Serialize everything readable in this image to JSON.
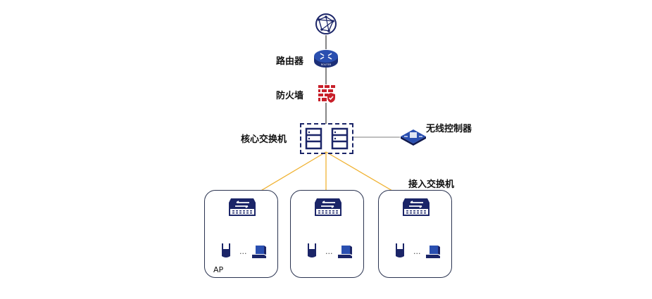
{
  "diagram": {
    "nodes": {
      "internet": {
        "label": "",
        "icon": "globe-icon"
      },
      "router": {
        "label": "路由器",
        "icon": "router-icon"
      },
      "firewall": {
        "label": "防火墙",
        "icon": "firewall-icon"
      },
      "core_switch": {
        "label": "核心交换机",
        "icon": "server-stack-icon"
      },
      "wireless_controller": {
        "label": "无线控制器",
        "icon": "wireless-controller-icon"
      },
      "access_switch_group_label": "接入交换机"
    },
    "access_groups": [
      {
        "switch_icon": "switch-icon",
        "ap_icon": "access-point-icon",
        "ellipsis": "...",
        "pc_icon": "computer-icon",
        "caption": "AP"
      },
      {
        "switch_icon": "switch-icon",
        "ap_icon": "access-point-icon",
        "ellipsis": "...",
        "pc_icon": "computer-icon",
        "caption": ""
      },
      {
        "switch_icon": "switch-icon",
        "ap_icon": "access-point-icon",
        "ellipsis": "...",
        "pc_icon": "computer-icon",
        "caption": ""
      }
    ],
    "colors": {
      "icon_navy": "#1b2568",
      "router_blue": "#2a4fb0",
      "firewall_red": "#c8202a",
      "uplink_orange": "#f0b232",
      "line_gray": "#555555",
      "controller_line": "#aaaaaa"
    }
  }
}
